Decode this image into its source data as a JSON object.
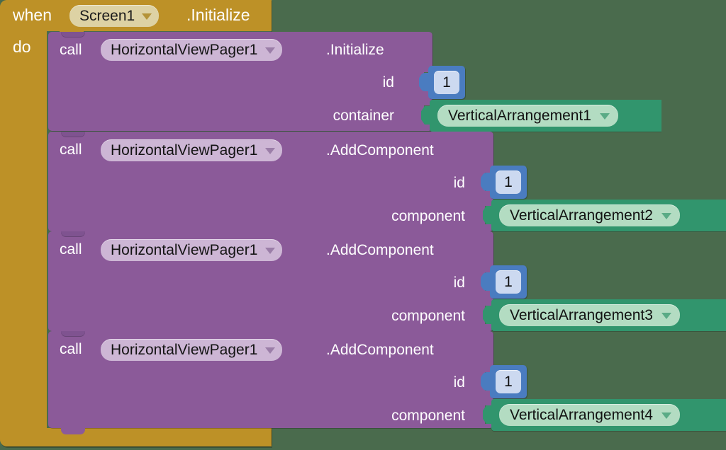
{
  "workspace": {
    "background_color": "#4a6b4d",
    "app": "MIT App Inventor Blocks Editor"
  },
  "event_block": {
    "color": "#bd9127",
    "when_label": "when",
    "component": "Screen1",
    "event_name": ".Initialize",
    "do_label": "do",
    "dropdown_icon": "chevron-down-icon"
  },
  "statements": [
    {
      "call_label": "call",
      "component": "HorizontalViewPager1",
      "method": ".Initialize",
      "dropdown_icon": "chevron-down-icon",
      "args": [
        {
          "name": "id",
          "value_type": "number",
          "value": "1"
        },
        {
          "name": "container",
          "value_type": "component",
          "value": "VerticalArrangement1"
        }
      ]
    },
    {
      "call_label": "call",
      "component": "HorizontalViewPager1",
      "method": ".AddComponent",
      "dropdown_icon": "chevron-down-icon",
      "args": [
        {
          "name": "id",
          "value_type": "number",
          "value": "1"
        },
        {
          "name": "component",
          "value_type": "component",
          "value": "VerticalArrangement2"
        }
      ]
    },
    {
      "call_label": "call",
      "component": "HorizontalViewPager1",
      "method": ".AddComponent",
      "dropdown_icon": "chevron-down-icon",
      "args": [
        {
          "name": "id",
          "value_type": "number",
          "value": "1"
        },
        {
          "name": "component",
          "value_type": "component",
          "value": "VerticalArrangement3"
        }
      ]
    },
    {
      "call_label": "call",
      "component": "HorizontalViewPager1",
      "method": ".AddComponent",
      "dropdown_icon": "chevron-down-icon",
      "args": [
        {
          "name": "id",
          "value_type": "number",
          "value": "1"
        },
        {
          "name": "component",
          "value_type": "component",
          "value": "VerticalArrangement4"
        }
      ]
    }
  ],
  "colors": {
    "event": "#bd9127",
    "event_field": "#ddd2a4",
    "call": "#8b5a99",
    "call_field": "#cdb6d5",
    "number": "#4a7cc0",
    "number_field": "#ccd9f0",
    "component": "#31956d",
    "component_field": "#b3dcc2"
  }
}
